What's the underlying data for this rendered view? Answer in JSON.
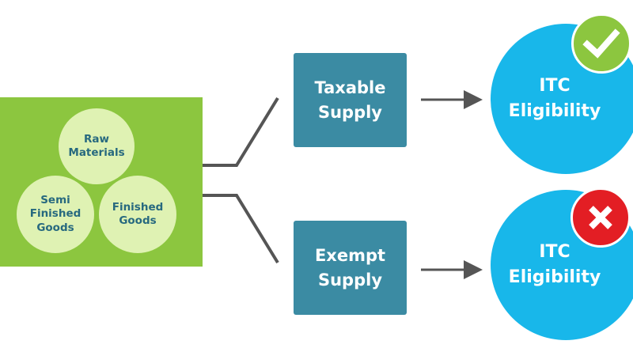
{
  "inputs": {
    "raw_materials": "Raw\nMaterials",
    "semi_finished_goods": "Semi\nFinished\nGoods",
    "finished_goods": "Finished\nGoods"
  },
  "supplies": {
    "taxable": "Taxable\nSupply",
    "exempt": "Exempt\nSupply"
  },
  "outcomes": {
    "taxable_itc": "ITC\nEligibility",
    "exempt_itc": "ITC\nEligibility"
  },
  "status_icons": {
    "taxable": "check-icon",
    "exempt": "cross-icon"
  },
  "colors": {
    "input_box": "#8cc63f",
    "input_circle": "#dff2b3",
    "supply_box": "#3b8ba3",
    "itc_circle": "#18b7ea",
    "eligible": "#8cc63f",
    "not_eligible": "#e31e24",
    "connector": "#555555"
  }
}
